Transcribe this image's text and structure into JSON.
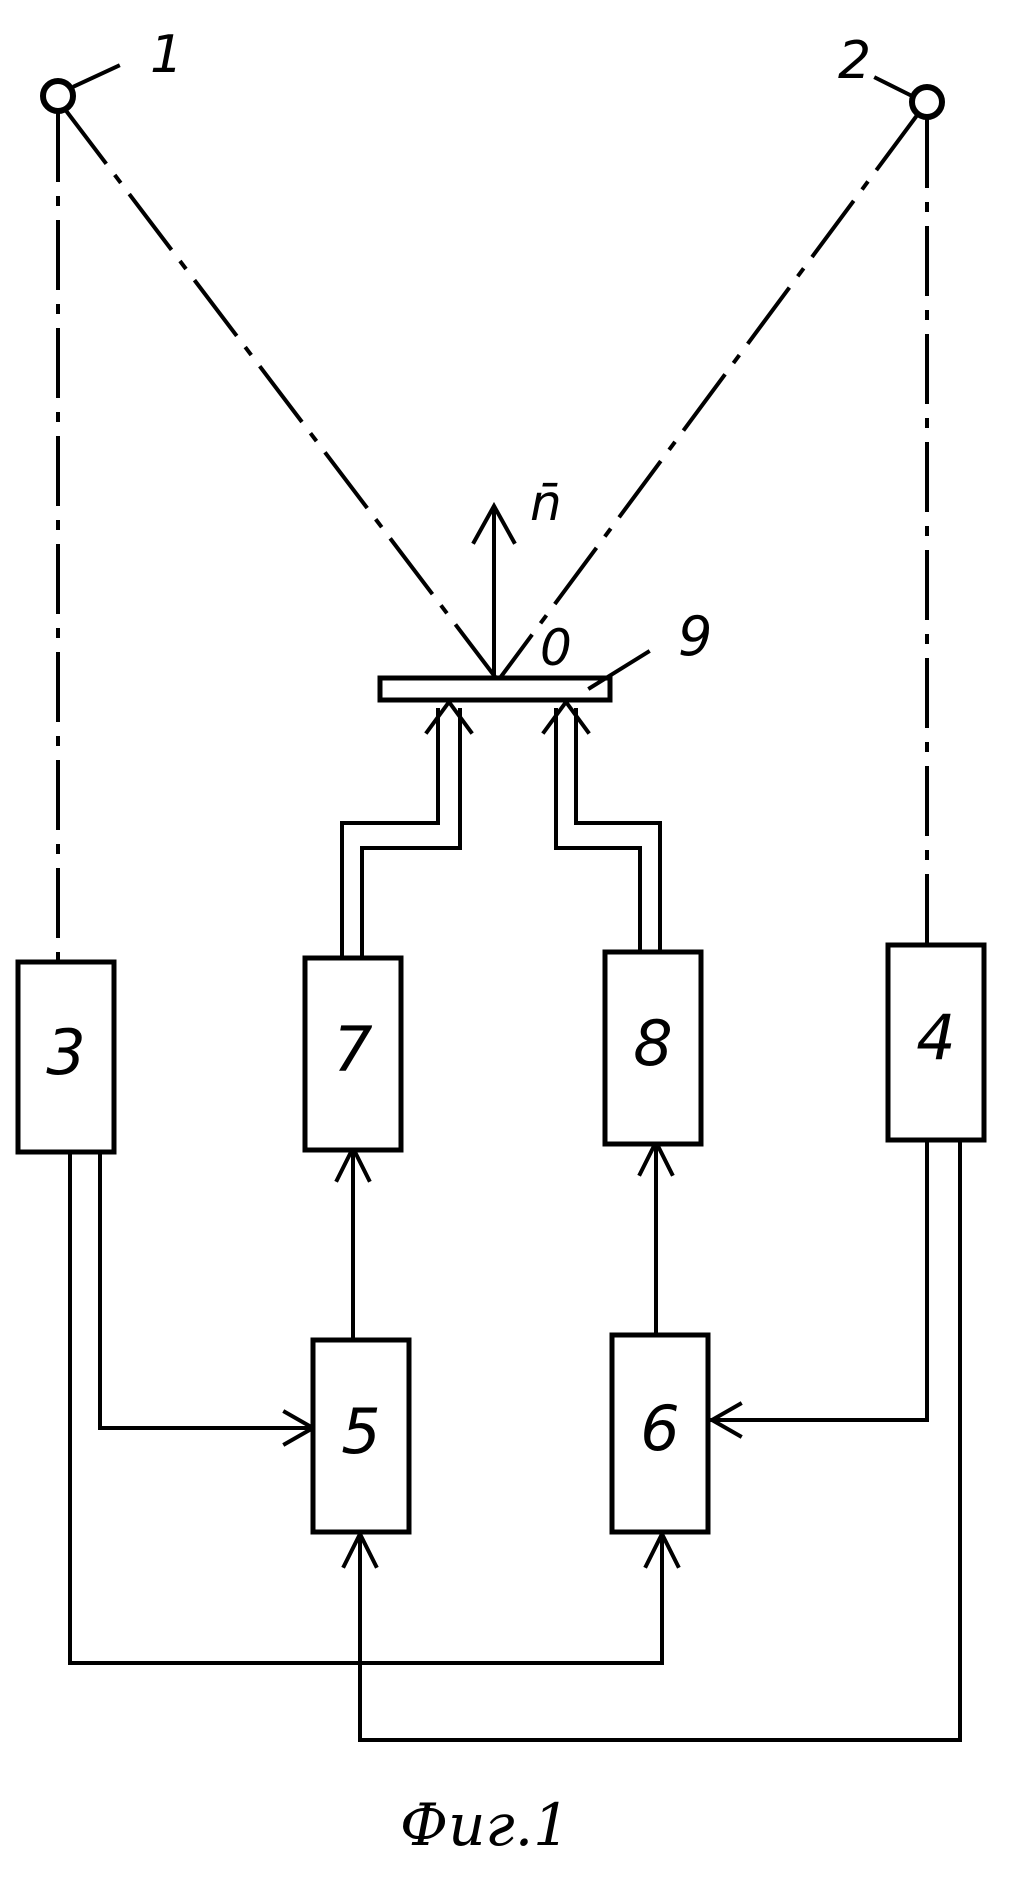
{
  "blocks": {
    "b3": "3",
    "b4": "4",
    "b5": "5",
    "b6": "6",
    "b7": "7",
    "b8": "8"
  },
  "sensors": {
    "s1": "1",
    "s2": "2"
  },
  "labels": {
    "object": "9",
    "normal": "n̄",
    "origin": "0"
  },
  "caption": "Фиг.1"
}
